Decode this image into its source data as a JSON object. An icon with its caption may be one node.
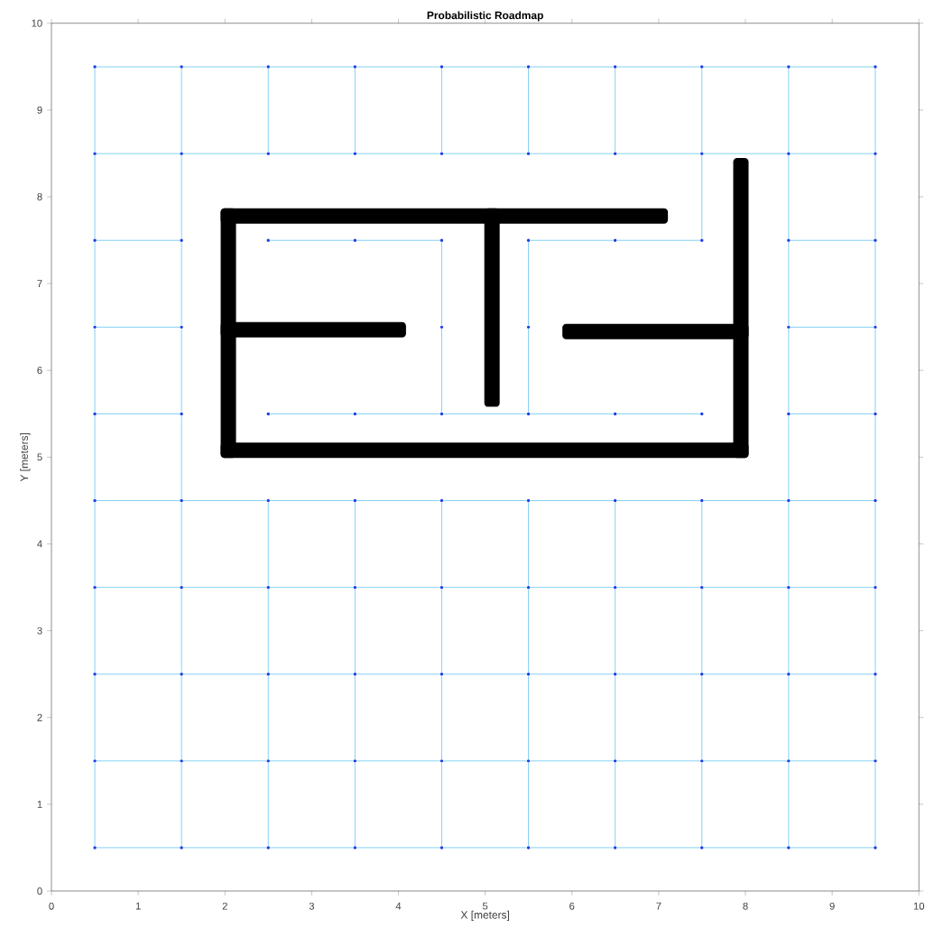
{
  "diagram": {
    "chart_data": {
      "type": "scatter",
      "title": "Probabilistic Roadmap",
      "xlabel": "X [meters]",
      "ylabel": "Y [meters]",
      "xlim": [
        0,
        10
      ],
      "ylim": [
        0,
        10
      ],
      "xticks": [
        0,
        1,
        2,
        3,
        4,
        5,
        6,
        7,
        8,
        9,
        10
      ],
      "yticks": [
        0,
        1,
        2,
        3,
        4,
        5,
        6,
        7,
        8,
        9,
        10
      ],
      "series": [
        {
          "color": "#1e3ce6",
          "marker": "circle",
          "x": [
            0.5,
            1.5,
            2.5,
            3.5,
            4.5,
            5.5,
            6.5,
            7.5,
            8.5,
            9.5,
            0.5,
            1.5,
            2.5,
            3.5,
            4.5,
            5.5,
            6.5,
            7.5,
            8.5,
            9.5,
            0.5,
            1.5,
            2.5,
            3.5,
            4.5,
            5.5,
            6.5,
            7.5,
            8.5,
            9.5,
            0.5,
            1.5,
            2.5,
            3.5,
            4.5,
            5.5,
            6.5,
            7.5,
            8.5,
            9.5,
            0.5,
            1.5,
            2.5,
            3.5,
            4.5,
            5.5,
            6.5,
            7.5,
            8.5,
            9.5,
            0.5,
            1.5,
            2.5,
            3.5,
            4.5,
            5.5,
            6.5,
            7.5,
            8.5,
            9.5,
            0.5,
            1.5,
            4.5,
            5.5,
            8.5,
            9.5,
            0.5,
            1.5,
            2.5,
            3.5,
            4.5,
            5.5,
            6.5,
            7.5,
            8.5,
            9.5,
            0.5,
            1.5,
            2.5,
            3.5,
            4.5,
            5.5,
            6.5,
            7.5,
            8.5,
            9.5,
            0.5,
            1.5,
            2.5,
            3.5,
            4.5,
            5.5,
            6.5,
            7.5,
            8.5,
            9.5
          ],
          "values": [
            0.5,
            0.5,
            0.5,
            0.5,
            0.5,
            0.5,
            0.5,
            0.5,
            0.5,
            0.5,
            1.5,
            1.5,
            1.5,
            1.5,
            1.5,
            1.5,
            1.5,
            1.5,
            1.5,
            1.5,
            2.5,
            2.5,
            2.5,
            2.5,
            2.5,
            2.5,
            2.5,
            2.5,
            2.5,
            2.5,
            3.5,
            3.5,
            3.5,
            3.5,
            3.5,
            3.5,
            3.5,
            3.5,
            3.5,
            3.5,
            4.5,
            4.5,
            4.5,
            4.5,
            4.5,
            4.5,
            4.5,
            4.5,
            4.5,
            4.5,
            5.5,
            5.5,
            5.5,
            5.5,
            5.5,
            5.5,
            5.5,
            5.5,
            5.5,
            5.5,
            6.5,
            6.5,
            6.5,
            6.5,
            6.5,
            6.5,
            7.5,
            7.5,
            7.5,
            7.5,
            7.5,
            7.5,
            7.5,
            7.5,
            7.5,
            7.5,
            8.5,
            8.5,
            8.5,
            8.5,
            8.5,
            8.5,
            8.5,
            8.5,
            8.5,
            8.5,
            9.5,
            9.5,
            9.5,
            9.5,
            9.5,
            9.5,
            9.5,
            9.5,
            9.5,
            9.5
          ]
        }
      ]
    },
    "nodes": [
      {
        "text": [],
        "shape": "circle"
      },
      {
        "text": [],
        "shape": "circle"
      },
      {
        "text": [],
        "shape": "circle"
      },
      {
        "text": [],
        "shape": "circle"
      },
      {
        "text": [],
        "shape": "circle"
      },
      {
        "text": [],
        "shape": "circle"
      },
      {
        "text": [],
        "shape": "circle"
      },
      {
        "text": [],
        "shape": "circle"
      },
      {
        "text": [],
        "shape": "circle"
      },
      {
        "text": [],
        "shape": "circle"
      },
      {
        "text": [],
        "shape": "circle"
      },
      {
        "text": [],
        "shape": "circle"
      },
      {
        "text": [],
        "shape": "circle"
      },
      {
        "text": [],
        "shape": "circle"
      },
      {
        "text": [],
        "shape": "circle"
      },
      {
        "text": [],
        "shape": "circle"
      },
      {
        "text": [],
        "shape": "circle"
      },
      {
        "text": [],
        "shape": "circle"
      },
      {
        "text": [],
        "shape": "circle"
      },
      {
        "text": [],
        "shape": "circle"
      },
      {
        "text": [],
        "shape": "circle"
      },
      {
        "text": [],
        "shape": "circle"
      },
      {
        "text": [],
        "shape": "circle"
      },
      {
        "text": [],
        "shape": "circle"
      },
      {
        "text": [],
        "shape": "circle"
      },
      {
        "text": [],
        "shape": "circle"
      },
      {
        "text": [],
        "shape": "circle"
      },
      {
        "text": [],
        "shape": "circle"
      },
      {
        "text": [],
        "shape": "circle"
      },
      {
        "text": [],
        "shape": "circle"
      },
      {
        "text": [],
        "shape": "circle"
      },
      {
        "text": [],
        "shape": "circle"
      },
      {
        "text": [],
        "shape": "circle"
      },
      {
        "text": [],
        "shape": "circle"
      },
      {
        "text": [],
        "shape": "circle"
      },
      {
        "text": [],
        "shape": "circle"
      },
      {
        "text": [],
        "shape": "circle"
      },
      {
        "text": [],
        "shape": "circle"
      },
      {
        "text": [],
        "shape": "circle"
      },
      {
        "text": [],
        "shape": "circle"
      },
      {
        "text": [],
        "shape": "circle"
      },
      {
        "text": [],
        "shape": "circle"
      },
      {
        "text": [],
        "shape": "circle"
      },
      {
        "text": [],
        "shape": "circle"
      },
      {
        "text": [],
        "shape": "circle"
      },
      {
        "text": [],
        "shape": "circle"
      },
      {
        "text": [],
        "shape": "circle"
      },
      {
        "text": [],
        "shape": "circle"
      },
      {
        "text": [],
        "shape": "circle"
      },
      {
        "text": [],
        "shape": "circle"
      },
      {
        "text": [],
        "shape": "circle"
      },
      {
        "text": [],
        "shape": "circle"
      },
      {
        "text": [],
        "shape": "circle"
      },
      {
        "text": [],
        "shape": "circle"
      },
      {
        "text": [],
        "shape": "circle"
      },
      {
        "text": [],
        "shape": "circle"
      },
      {
        "text": [],
        "shape": "circle"
      },
      {
        "text": [],
        "shape": "circle"
      },
      {
        "text": [],
        "shape": "circle"
      },
      {
        "text": [],
        "shape": "circle"
      },
      {
        "text": [],
        "shape": "circle"
      },
      {
        "text": [],
        "shape": "circle"
      },
      {
        "text": [],
        "shape": "circle"
      },
      {
        "text": [],
        "shape": "circle"
      },
      {
        "text": [],
        "shape": "circle"
      },
      {
        "text": [],
        "shape": "circle"
      },
      {
        "text": [],
        "shape": "circle"
      },
      {
        "text": [],
        "shape": "circle"
      },
      {
        "text": [],
        "shape": "circle"
      },
      {
        "text": [],
        "shape": "circle"
      },
      {
        "text": [],
        "shape": "circle"
      },
      {
        "text": [],
        "shape": "circle"
      },
      {
        "text": [],
        "shape": "circle"
      },
      {
        "text": [],
        "shape": "circle"
      },
      {
        "text": [],
        "shape": "circle"
      },
      {
        "text": [],
        "shape": "circle"
      },
      {
        "text": [],
        "shape": "circle"
      },
      {
        "text": [],
        "shape": "circle"
      },
      {
        "text": [],
        "shape": "circle"
      },
      {
        "text": [],
        "shape": "circle"
      },
      {
        "text": [],
        "shape": "circle"
      },
      {
        "text": [],
        "shape": "circle"
      },
      {
        "text": [],
        "shape": "circle"
      },
      {
        "text": [],
        "shape": "circle"
      },
      {
        "text": [],
        "shape": "circle"
      },
      {
        "text": [],
        "shape": "circle"
      },
      {
        "text": [],
        "shape": "circle"
      },
      {
        "text": [],
        "shape": "circle"
      },
      {
        "text": [],
        "shape": "circle"
      },
      {
        "text": [],
        "shape": "circle"
      },
      {
        "text": [],
        "shape": "circle"
      },
      {
        "text": [],
        "shape": "circle"
      },
      {
        "text": [],
        "shape": "circle"
      },
      {
        "text": [],
        "shape": "circle"
      },
      {
        "text": [],
        "shape": "circle"
      },
      {
        "text": [],
        "shape": "circle"
      }
    ],
    "edges": [
      {
        "from": 0,
        "to": 1,
        "arrow": "none"
      },
      {
        "from": 1,
        "to": 2,
        "arrow": "none"
      },
      {
        "from": 2,
        "to": 3,
        "arrow": "none"
      },
      {
        "from": 3,
        "to": 4,
        "arrow": "none"
      },
      {
        "from": 4,
        "to": 5,
        "arrow": "none"
      },
      {
        "from": 5,
        "to": 6,
        "arrow": "none"
      },
      {
        "from": 6,
        "to": 7,
        "arrow": "none"
      },
      {
        "from": 7,
        "to": 8,
        "arrow": "none"
      },
      {
        "from": 8,
        "to": 9,
        "arrow": "none"
      },
      {
        "from": 10,
        "to": 11,
        "arrow": "none"
      },
      {
        "from": 11,
        "to": 12,
        "arrow": "none"
      },
      {
        "from": 12,
        "to": 13,
        "arrow": "none"
      },
      {
        "from": 13,
        "to": 14,
        "arrow": "none"
      },
      {
        "from": 14,
        "to": 15,
        "arrow": "none"
      },
      {
        "from": 15,
        "to": 16,
        "arrow": "none"
      },
      {
        "from": 16,
        "to": 17,
        "arrow": "none"
      },
      {
        "from": 17,
        "to": 18,
        "arrow": "none"
      },
      {
        "from": 18,
        "to": 19,
        "arrow": "none"
      },
      {
        "from": 20,
        "to": 21,
        "arrow": "none"
      },
      {
        "from": 21,
        "to": 22,
        "arrow": "none"
      },
      {
        "from": 22,
        "to": 23,
        "arrow": "none"
      },
      {
        "from": 23,
        "to": 24,
        "arrow": "none"
      },
      {
        "from": 24,
        "to": 25,
        "arrow": "none"
      },
      {
        "from": 25,
        "to": 26,
        "arrow": "none"
      },
      {
        "from": 26,
        "to": 27,
        "arrow": "none"
      },
      {
        "from": 27,
        "to": 28,
        "arrow": "none"
      },
      {
        "from": 28,
        "to": 29,
        "arrow": "none"
      },
      {
        "from": 30,
        "to": 31,
        "arrow": "none"
      },
      {
        "from": 31,
        "to": 32,
        "arrow": "none"
      },
      {
        "from": 32,
        "to": 33,
        "arrow": "none"
      },
      {
        "from": 33,
        "to": 34,
        "arrow": "none"
      },
      {
        "from": 34,
        "to": 35,
        "arrow": "none"
      },
      {
        "from": 35,
        "to": 36,
        "arrow": "none"
      },
      {
        "from": 36,
        "to": 37,
        "arrow": "none"
      },
      {
        "from": 37,
        "to": 38,
        "arrow": "none"
      },
      {
        "from": 38,
        "to": 39,
        "arrow": "none"
      },
      {
        "from": 40,
        "to": 41,
        "arrow": "none"
      },
      {
        "from": 41,
        "to": 42,
        "arrow": "none"
      },
      {
        "from": 42,
        "to": 43,
        "arrow": "none"
      },
      {
        "from": 43,
        "to": 44,
        "arrow": "none"
      },
      {
        "from": 44,
        "to": 45,
        "arrow": "none"
      },
      {
        "from": 45,
        "to": 46,
        "arrow": "none"
      },
      {
        "from": 46,
        "to": 47,
        "arrow": "none"
      },
      {
        "from": 47,
        "to": 48,
        "arrow": "none"
      },
      {
        "from": 48,
        "to": 49,
        "arrow": "none"
      },
      {
        "from": 50,
        "to": 51,
        "arrow": "none"
      },
      {
        "from": 52,
        "to": 53,
        "arrow": "none"
      },
      {
        "from": 53,
        "to": 54,
        "arrow": "none"
      },
      {
        "from": 54,
        "to": 55,
        "arrow": "none"
      },
      {
        "from": 55,
        "to": 56,
        "arrow": "none"
      },
      {
        "from": 56,
        "to": 57,
        "arrow": "none"
      },
      {
        "from": 58,
        "to": 59,
        "arrow": "none"
      },
      {
        "from": 60,
        "to": 61,
        "arrow": "none"
      },
      {
        "from": 64,
        "to": 65,
        "arrow": "none"
      },
      {
        "from": 66,
        "to": 67,
        "arrow": "none"
      },
      {
        "from": 68,
        "to": 69,
        "arrow": "none"
      },
      {
        "from": 69,
        "to": 70,
        "arrow": "none"
      },
      {
        "from": 71,
        "to": 72,
        "arrow": "none"
      },
      {
        "from": 72,
        "to": 73,
        "arrow": "none"
      },
      {
        "from": 74,
        "to": 75,
        "arrow": "none"
      },
      {
        "from": 76,
        "to": 77,
        "arrow": "none"
      },
      {
        "from": 77,
        "to": 78,
        "arrow": "none"
      },
      {
        "from": 78,
        "to": 79,
        "arrow": "none"
      },
      {
        "from": 79,
        "to": 80,
        "arrow": "none"
      },
      {
        "from": 80,
        "to": 81,
        "arrow": "none"
      },
      {
        "from": 81,
        "to": 82,
        "arrow": "none"
      },
      {
        "from": 82,
        "to": 83,
        "arrow": "none"
      },
      {
        "from": 83,
        "to": 84,
        "arrow": "none"
      },
      {
        "from": 84,
        "to": 85,
        "arrow": "none"
      },
      {
        "from": 86,
        "to": 87,
        "arrow": "none"
      },
      {
        "from": 87,
        "to": 88,
        "arrow": "none"
      },
      {
        "from": 88,
        "to": 89,
        "arrow": "none"
      },
      {
        "from": 89,
        "to": 90,
        "arrow": "none"
      },
      {
        "from": 90,
        "to": 91,
        "arrow": "none"
      },
      {
        "from": 91,
        "to": 92,
        "arrow": "none"
      },
      {
        "from": 92,
        "to": 93,
        "arrow": "none"
      },
      {
        "from": 93,
        "to": 94,
        "arrow": "none"
      },
      {
        "from": 94,
        "to": 95,
        "arrow": "none"
      },
      {
        "from": 0,
        "to": 10,
        "arrow": "none"
      },
      {
        "from": 10,
        "to": 20,
        "arrow": "none"
      },
      {
        "from": 20,
        "to": 30,
        "arrow": "none"
      },
      {
        "from": 30,
        "to": 40,
        "arrow": "none"
      },
      {
        "from": 40,
        "to": 50,
        "arrow": "none"
      },
      {
        "from": 50,
        "to": 60,
        "arrow": "none"
      },
      {
        "from": 60,
        "to": 66,
        "arrow": "none"
      },
      {
        "from": 66,
        "to": 76,
        "arrow": "none"
      },
      {
        "from": 76,
        "to": 86,
        "arrow": "none"
      },
      {
        "from": 1,
        "to": 11,
        "arrow": "none"
      },
      {
        "from": 11,
        "to": 21,
        "arrow": "none"
      },
      {
        "from": 21,
        "to": 31,
        "arrow": "none"
      },
      {
        "from": 31,
        "to": 41,
        "arrow": "none"
      },
      {
        "from": 41,
        "to": 51,
        "arrow": "none"
      },
      {
        "from": 51,
        "to": 61,
        "arrow": "none"
      },
      {
        "from": 61,
        "to": 67,
        "arrow": "none"
      },
      {
        "from": 67,
        "to": 77,
        "arrow": "none"
      },
      {
        "from": 77,
        "to": 87,
        "arrow": "none"
      },
      {
        "from": 2,
        "to": 12,
        "arrow": "none"
      },
      {
        "from": 12,
        "to": 22,
        "arrow": "none"
      },
      {
        "from": 22,
        "to": 32,
        "arrow": "none"
      },
      {
        "from": 32,
        "to": 42,
        "arrow": "none"
      },
      {
        "from": 78,
        "to": 88,
        "arrow": "none"
      },
      {
        "from": 3,
        "to": 13,
        "arrow": "none"
      },
      {
        "from": 13,
        "to": 23,
        "arrow": "none"
      },
      {
        "from": 23,
        "to": 33,
        "arrow": "none"
      },
      {
        "from": 33,
        "to": 43,
        "arrow": "none"
      },
      {
        "from": 79,
        "to": 89,
        "arrow": "none"
      },
      {
        "from": 4,
        "to": 14,
        "arrow": "none"
      },
      {
        "from": 14,
        "to": 24,
        "arrow": "none"
      },
      {
        "from": 24,
        "to": 34,
        "arrow": "none"
      },
      {
        "from": 34,
        "to": 44,
        "arrow": "none"
      },
      {
        "from": 54,
        "to": 62,
        "arrow": "none"
      },
      {
        "from": 62,
        "to": 70,
        "arrow": "none"
      },
      {
        "from": 80,
        "to": 90,
        "arrow": "none"
      },
      {
        "from": 5,
        "to": 15,
        "arrow": "none"
      },
      {
        "from": 15,
        "to": 25,
        "arrow": "none"
      },
      {
        "from": 25,
        "to": 35,
        "arrow": "none"
      },
      {
        "from": 35,
        "to": 45,
        "arrow": "none"
      },
      {
        "from": 55,
        "to": 63,
        "arrow": "none"
      },
      {
        "from": 63,
        "to": 71,
        "arrow": "none"
      },
      {
        "from": 81,
        "to": 91,
        "arrow": "none"
      },
      {
        "from": 6,
        "to": 16,
        "arrow": "none"
      },
      {
        "from": 16,
        "to": 26,
        "arrow": "none"
      },
      {
        "from": 26,
        "to": 36,
        "arrow": "none"
      },
      {
        "from": 36,
        "to": 46,
        "arrow": "none"
      },
      {
        "from": 82,
        "to": 92,
        "arrow": "none"
      },
      {
        "from": 7,
        "to": 17,
        "arrow": "none"
      },
      {
        "from": 17,
        "to": 27,
        "arrow": "none"
      },
      {
        "from": 27,
        "to": 37,
        "arrow": "none"
      },
      {
        "from": 37,
        "to": 47,
        "arrow": "none"
      },
      {
        "from": 73,
        "to": 83,
        "arrow": "none"
      },
      {
        "from": 83,
        "to": 93,
        "arrow": "none"
      },
      {
        "from": 8,
        "to": 18,
        "arrow": "none"
      },
      {
        "from": 18,
        "to": 28,
        "arrow": "none"
      },
      {
        "from": 28,
        "to": 38,
        "arrow": "none"
      },
      {
        "from": 38,
        "to": 48,
        "arrow": "none"
      },
      {
        "from": 48,
        "to": 58,
        "arrow": "none"
      },
      {
        "from": 58,
        "to": 64,
        "arrow": "none"
      },
      {
        "from": 64,
        "to": 74,
        "arrow": "none"
      },
      {
        "from": 74,
        "to": 84,
        "arrow": "none"
      },
      {
        "from": 84,
        "to": 94,
        "arrow": "none"
      },
      {
        "from": 9,
        "to": 19,
        "arrow": "none"
      },
      {
        "from": 19,
        "to": 29,
        "arrow": "none"
      },
      {
        "from": 29,
        "to": 39,
        "arrow": "none"
      },
      {
        "from": 39,
        "to": 49,
        "arrow": "none"
      },
      {
        "from": 49,
        "to": 59,
        "arrow": "none"
      },
      {
        "from": 59,
        "to": 65,
        "arrow": "none"
      },
      {
        "from": 65,
        "to": 75,
        "arrow": "none"
      },
      {
        "from": 75,
        "to": 85,
        "arrow": "none"
      },
      {
        "from": 85,
        "to": 95,
        "arrow": "none"
      }
    ]
  }
}
